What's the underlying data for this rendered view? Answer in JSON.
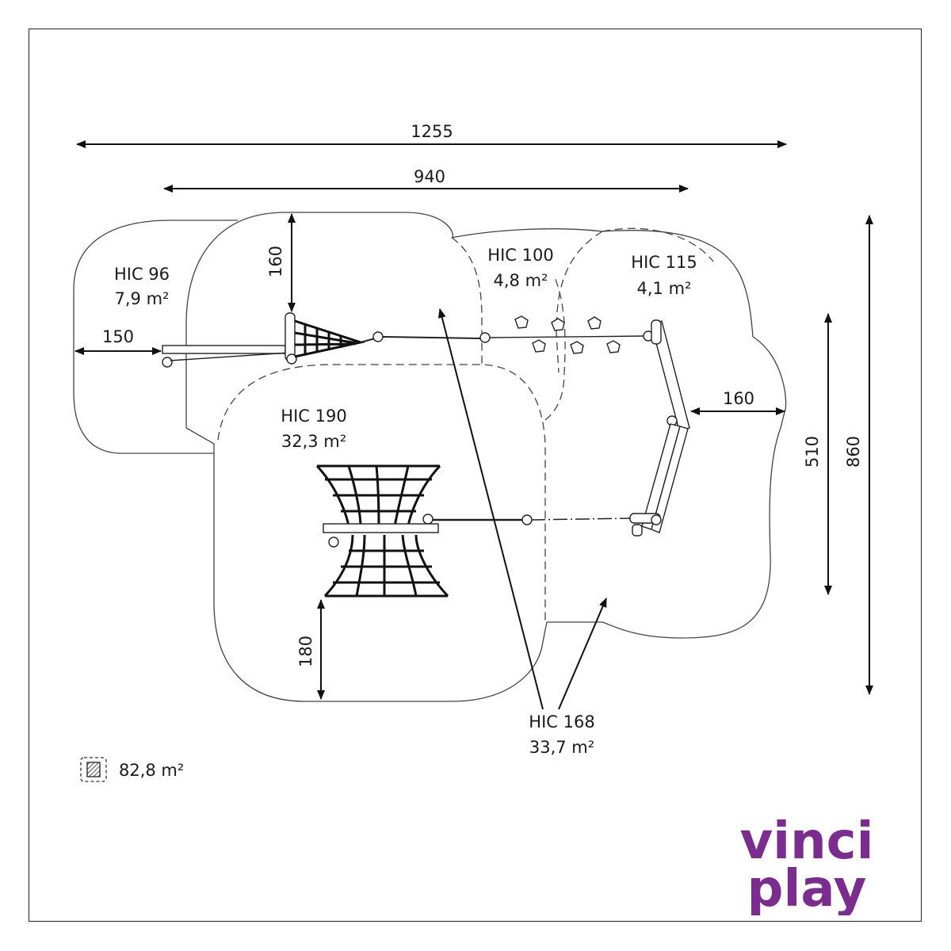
{
  "dimensions": {
    "overall_width": "1255",
    "equipment_width": "940",
    "left_clearance": "150",
    "top_clearance": "160",
    "right_clearance": "160",
    "bottom_clearance": "180",
    "equipment_depth": "510",
    "overall_depth": "860"
  },
  "zones": [
    {
      "hic": "HIC 96",
      "area": "7,9 m²"
    },
    {
      "hic": "HIC 100",
      "area": "4,8 m²"
    },
    {
      "hic": "HIC 115",
      "area": "4,1 m²"
    },
    {
      "hic": "HIC 190",
      "area": "32,3 m²"
    },
    {
      "hic": "HIC 168",
      "area": "33,7 m²"
    }
  ],
  "legend": {
    "total_area": "82,8 m²",
    "icon": "hatched-square-icon"
  },
  "logo": {
    "line1": "vinci",
    "line2": "play",
    "color": "#7a2d8f"
  }
}
